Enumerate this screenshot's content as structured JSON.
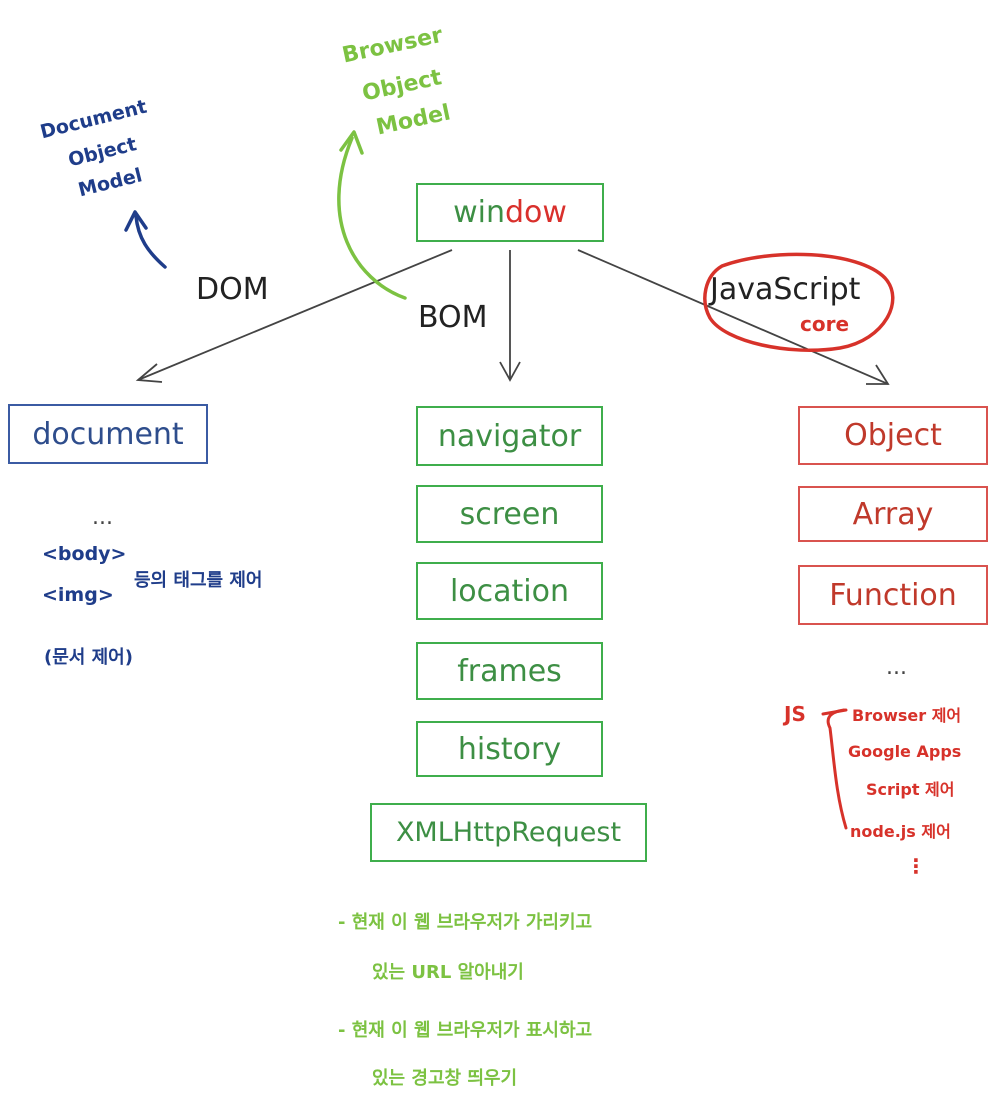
{
  "root": {
    "text_green": "win",
    "text_red": "dow"
  },
  "branches": {
    "dom": "DOM",
    "bom": "BOM",
    "js": "JavaScript"
  },
  "dom_box": "document",
  "bom_boxes": [
    "navigator",
    "screen",
    "location",
    "frames",
    "history",
    "XMLHttpRequest"
  ],
  "js_boxes": [
    "Object",
    "Array",
    "Function"
  ],
  "ellipsis": "...",
  "notes": {
    "dom_model": [
      "Document",
      "Object",
      "Model"
    ],
    "bom_model": [
      "Browser",
      "Object",
      "Model"
    ],
    "js_core": "core",
    "dom_tags": [
      "<body>",
      "<img>"
    ],
    "dom_tags_desc": "등의 태그를 제어",
    "dom_doc": "(문서 제어)",
    "js_label": "JS",
    "js_items": [
      "Browser 제어",
      "Google Apps",
      "Script 제어",
      "node.js 제어"
    ],
    "js_vdots": "⋮",
    "bom_notes": [
      "- 현재 이 웹 브라우저가 가리키고",
      "있는 URL 알아내기",
      "- 현재 이 웹 브라우저가 표시하고",
      "있는 경고창 띄우기"
    ]
  },
  "colors": {
    "blue": "#2e4d8c",
    "green": "#3fae4c",
    "red": "#d9534f",
    "hand_green": "#7cc242",
    "hand_red": "#d7322a",
    "hand_blue": "#1f3d8a"
  }
}
